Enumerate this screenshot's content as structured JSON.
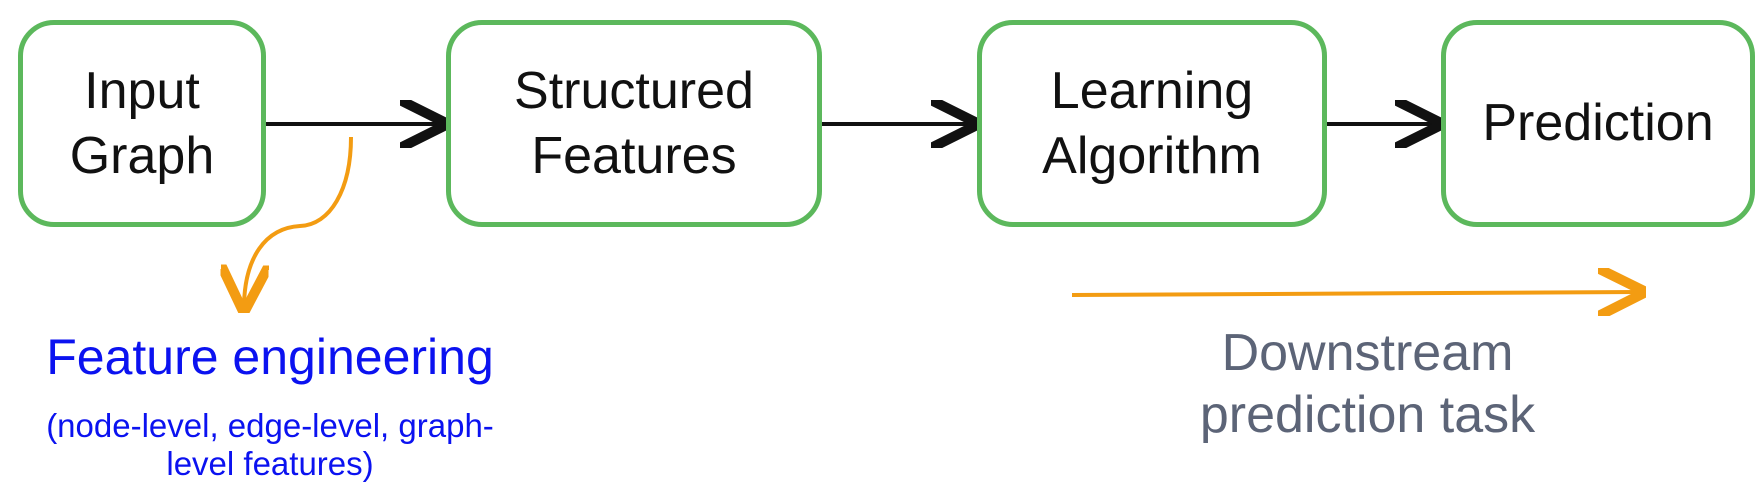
{
  "nodes": {
    "input_graph": "Input\nGraph",
    "structured_features": "Structured\nFeatures",
    "learning_algorithm": "Learning\nAlgorithm",
    "prediction": "Prediction"
  },
  "feature_engineering": {
    "title": "Feature engineering",
    "subtitle": "(node-level, edge-level, graph-\nlevel features)"
  },
  "downstream": {
    "label": "Downstream\nprediction task"
  },
  "colors": {
    "node_border": "#5cb85c",
    "arrow": "#111111",
    "feature_arrow": "#f39c12",
    "feature_text": "#0b12f0",
    "downstream_text": "#5c6477"
  }
}
